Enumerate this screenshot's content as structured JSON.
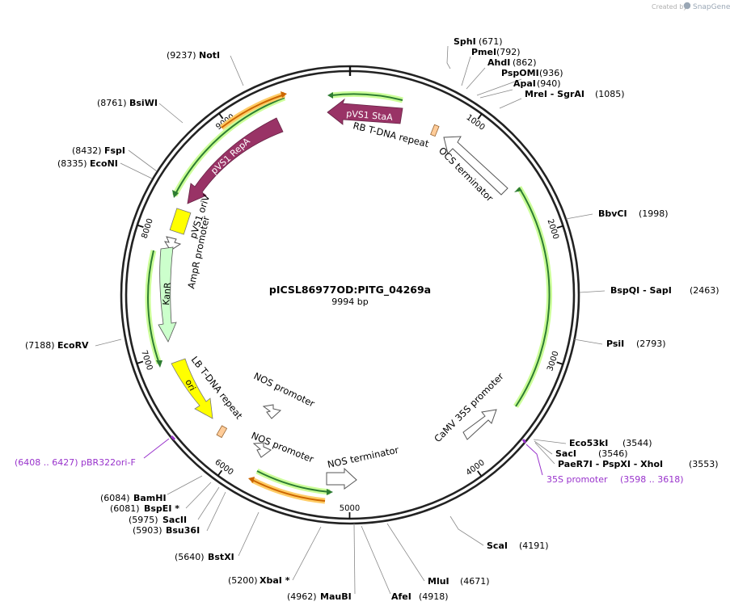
{
  "credit": {
    "created_by": "Created by",
    "app": "SnapGene"
  },
  "map": {
    "title": "pICSL86977OD:PITG_04269a",
    "length_label": "9994 bp"
  },
  "ticks": [
    {
      "label": "1000"
    },
    {
      "label": "2000"
    },
    {
      "label": "3000"
    },
    {
      "label": "4000"
    },
    {
      "label": "5000"
    },
    {
      "label": "6000"
    },
    {
      "label": "7000"
    },
    {
      "label": "8000"
    },
    {
      "label": "9000"
    }
  ],
  "sites": [
    {
      "name": "SphI",
      "pos": "(671)"
    },
    {
      "name": "PmeI",
      "pos": "(792)"
    },
    {
      "name": "AhdI",
      "pos": "(862)"
    },
    {
      "name": "PspOMI",
      "pos": "(936)"
    },
    {
      "name": "ApaI",
      "pos": "(940)"
    },
    {
      "name": "MreI  - SgrAI",
      "pos": "(1085)"
    },
    {
      "name": "BbvCI",
      "pos": "(1998)"
    },
    {
      "name": "BspQI   - SapI",
      "pos": "(2463)"
    },
    {
      "name": "PsiI",
      "pos": "(2793)"
    },
    {
      "name": "Eco53kI",
      "pos": "(3544)"
    },
    {
      "name": "SacI",
      "pos": "(3546)"
    },
    {
      "name": "PaeR7I   - PspXI   - XhoI",
      "pos": "(3553)"
    },
    {
      "name": "ScaI",
      "pos": "(4191)"
    },
    {
      "name": "MluI",
      "pos": "(4671)"
    },
    {
      "name": "AfeI",
      "pos": "(4918)"
    },
    {
      "name": "MauBI",
      "pos": "(4962)"
    },
    {
      "name": "XbaI *",
      "pos": "(5200)"
    },
    {
      "name": "BstXI",
      "pos": "(5640)"
    },
    {
      "name": "Bsu36I",
      "pos": "(5903)"
    },
    {
      "name": "SacII",
      "pos": "(5975)"
    },
    {
      "name": "BspEI *",
      "pos": "(6081)"
    },
    {
      "name": "BamHI",
      "pos": "(6084)"
    },
    {
      "name": "EcoRV",
      "pos": "(7188)"
    },
    {
      "name": "EcoNI",
      "pos": "(8335)"
    },
    {
      "name": "FspI",
      "pos": "(8432)"
    },
    {
      "name": "BsiWI",
      "pos": "(8761)"
    },
    {
      "name": "NotI",
      "pos": "(9237)"
    }
  ],
  "primers": [
    {
      "name": "35S promoter",
      "range": "(3598 .. 3618)"
    },
    {
      "name": "pBR322ori-F",
      "range": "(6408 .. 6427)"
    }
  ],
  "features": {
    "pvs1_staa": "pVS1 StaA",
    "rb_tdna": "RB T-DNA repeat",
    "ocs_terminator": "OCS terminator",
    "pvs1_repa": "pVS1 RepA",
    "pvs1_oriv": "pVS1 oriV",
    "ampr_promoter": "AmpR promoter",
    "kanr": "KanR",
    "lb_tdna": "LB T-DNA repeat",
    "ori": "ori",
    "nos_promoter_1": "NOS promoter",
    "nos_promoter_2": "NOS promoter",
    "nos_terminator": "NOS terminator",
    "camv_35s": "CaMV 35S promoter"
  },
  "colors": {
    "pvs1": "#993366",
    "ori": "#ffff00",
    "kanr": "#ccffcc",
    "orf_green": "#2e7d32",
    "orf_glow": "#ccff99",
    "orf_orange": "#cc6600",
    "orf_orange_glow": "#ffcc66",
    "primer": "#9933cc",
    "rb_box": "#ffcc99"
  }
}
